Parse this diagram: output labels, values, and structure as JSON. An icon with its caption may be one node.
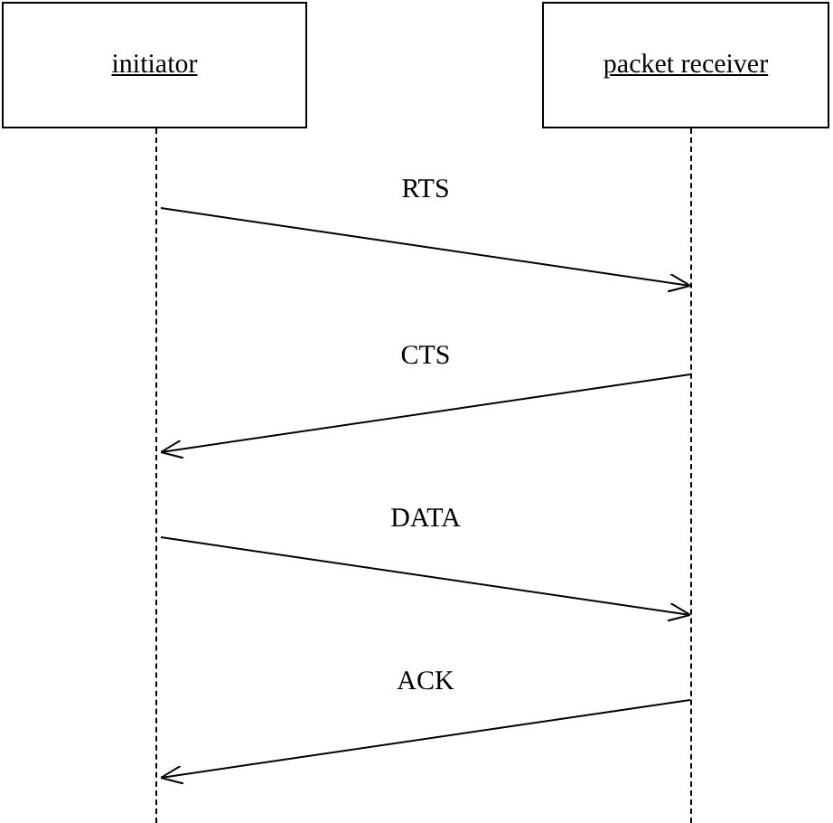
{
  "diagram": {
    "nodes": [
      {
        "text": [
          "initiator"
        ]
      },
      {
        "text": [
          "packet receiver"
        ]
      },
      {
        "text": [],
        "shape": "line"
      },
      {
        "text": [],
        "shape": "line"
      }
    ],
    "edges": [
      {
        "from": 2,
        "to": 3,
        "arrow": "to",
        "label": "RTS"
      },
      {
        "from": 3,
        "to": 2,
        "arrow": "to",
        "label": "CTS"
      },
      {
        "from": 2,
        "to": 3,
        "arrow": "to",
        "label": "DATA"
      },
      {
        "from": 3,
        "to": 2,
        "arrow": "to",
        "label": "ACK"
      }
    ]
  }
}
